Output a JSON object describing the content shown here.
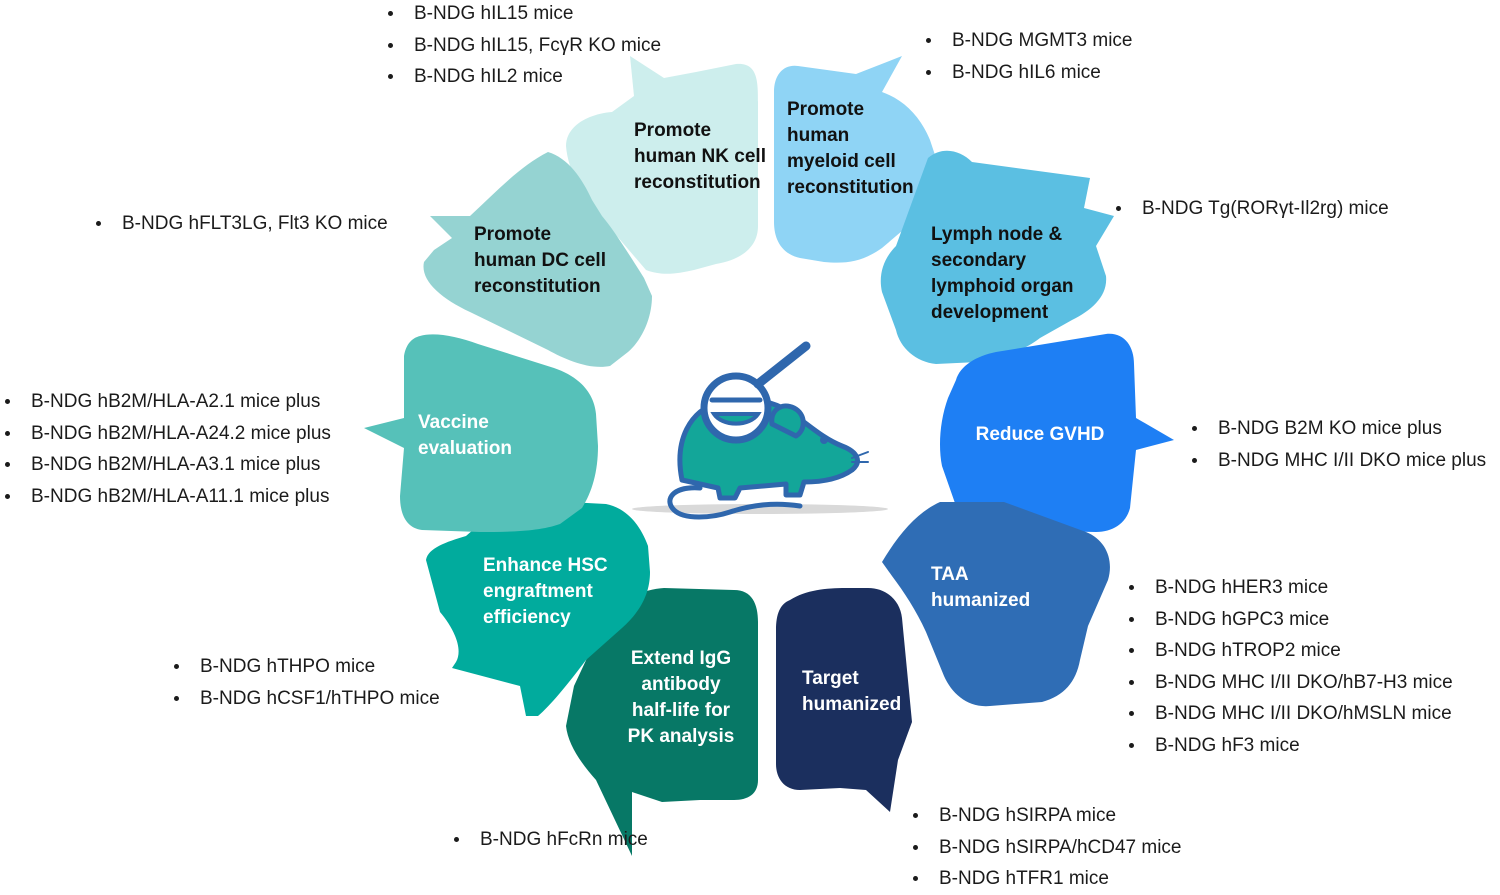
{
  "center_icon": "mouse-with-magnifier-icon",
  "segments": [
    {
      "id": "nk",
      "label_lines": [
        "Promote",
        "human NK cell",
        "reconstitution"
      ],
      "color": "#cdeeed",
      "text_color": "#111111",
      "items": [
        "B-NDG hIL15 mice",
        "B-NDG hIL15, FcγR KO mice",
        "B-NDG hIL2 mice"
      ]
    },
    {
      "id": "myeloid",
      "label_lines": [
        "Promote",
        "human",
        "myeloid cell",
        "reconstitution"
      ],
      "color": "#8fd4f5",
      "text_color": "#111111",
      "items": [
        "B-NDG MGMT3 mice",
        "B-NDG hIL6 mice"
      ]
    },
    {
      "id": "lymph",
      "label_lines": [
        "Lymph node &",
        "secondary",
        "lymphoid organ",
        "development"
      ],
      "color": "#5bbfe2",
      "text_color": "#111111",
      "items": [
        "B-NDG Tg(RORγt-Il2rg) mice"
      ]
    },
    {
      "id": "gvhd",
      "label_lines": [
        "Reduce GVHD"
      ],
      "color": "#1e7ff4",
      "text_color": "#ffffff",
      "items": [
        "B-NDG B2M KO mice plus",
        "B-NDG MHC I/II DKO mice plus"
      ]
    },
    {
      "id": "taa",
      "label_lines": [
        "TAA",
        "humanized"
      ],
      "color": "#2f6db5",
      "text_color": "#ffffff",
      "items": [
        "B-NDG hHER3 mice",
        "B-NDG hGPC3 mice",
        "B-NDG hTROP2  mice",
        "B-NDG MHC I/II DKO/hB7-H3 mice",
        "B-NDG MHC I/II DKO/hMSLN mice",
        "B-NDG hF3 mice"
      ]
    },
    {
      "id": "target",
      "label_lines": [
        "Target",
        "humanized"
      ],
      "color": "#1b2f5e",
      "text_color": "#ffffff",
      "items": [
        "B-NDG hSIRPA mice",
        "B-NDG hSIRPA/hCD47 mice",
        "B-NDG hTFR1 mice"
      ]
    },
    {
      "id": "igg",
      "label_lines": [
        "Extend IgG",
        "antibody",
        "half-life for",
        "PK analysis"
      ],
      "color": "#077866",
      "text_color": "#ffffff",
      "items": [
        "B-NDG hFcRn mice"
      ]
    },
    {
      "id": "hsc",
      "label_lines": [
        "Enhance HSC",
        "engraftment",
        "efficiency"
      ],
      "color": "#01ab9d",
      "text_color": "#ffffff",
      "items": [
        "B-NDG hTHPO mice",
        "B-NDG hCSF1/hTHPO mice"
      ]
    },
    {
      "id": "vaccine",
      "label_lines": [
        "Vaccine",
        "evaluation"
      ],
      "color": "#56c1b9",
      "text_color": "#ffffff",
      "items": [
        "B-NDG hB2M/HLA-A2.1 mice plus",
        "B-NDG hB2M/HLA-A24.2 mice plus",
        "B-NDG hB2M/HLA-A3.1 mice plus",
        "B-NDG hB2M/HLA-A11.1 mice plus"
      ]
    },
    {
      "id": "dc",
      "label_lines": [
        "Promote",
        "human DC cell",
        "reconstitution"
      ],
      "color": "#95d3d2",
      "text_color": "#111111",
      "items": [
        "B-NDG hFLT3LG, Flt3 KO mice"
      ]
    }
  ]
}
